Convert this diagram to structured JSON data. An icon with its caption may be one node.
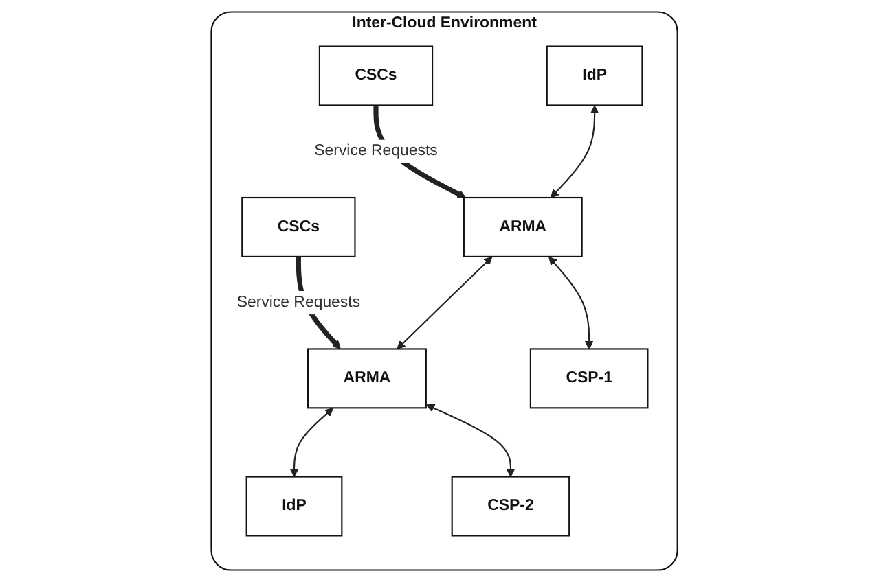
{
  "diagram": {
    "nodes": [
      {
        "text": [
          "Inter-Cloud Environment"
        ]
      },
      {
        "text": [
          "CSCs"
        ],
        "in": 0
      },
      {
        "text": [
          "CSCs"
        ],
        "in": 0
      },
      {
        "text": [
          "IdP"
        ],
        "in": 0
      },
      {
        "text": [
          "ARMA"
        ],
        "in": 0
      },
      {
        "text": [
          "ARMA"
        ],
        "in": 0
      },
      {
        "text": [
          "IdP"
        ],
        "in": 0
      },
      {
        "text": [
          "CSP-1"
        ],
        "in": 0
      },
      {
        "text": [
          "CSP-2"
        ],
        "in": 0
      }
    ],
    "edges": [
      {
        "from": 1,
        "to": 4,
        "arrow": "to",
        "label": "Service Requests",
        "style": "thick"
      },
      {
        "from": 2,
        "to": 5,
        "arrow": "to",
        "label": "Service Requests",
        "style": "thick"
      },
      {
        "from": 3,
        "to": 4,
        "arrow": "both"
      },
      {
        "from": 4,
        "to": 5,
        "arrow": "both"
      },
      {
        "from": 5,
        "to": 6,
        "arrow": "both"
      },
      {
        "from": 4,
        "to": 7,
        "arrow": "both"
      },
      {
        "from": 5,
        "to": 8,
        "arrow": "both"
      }
    ]
  }
}
